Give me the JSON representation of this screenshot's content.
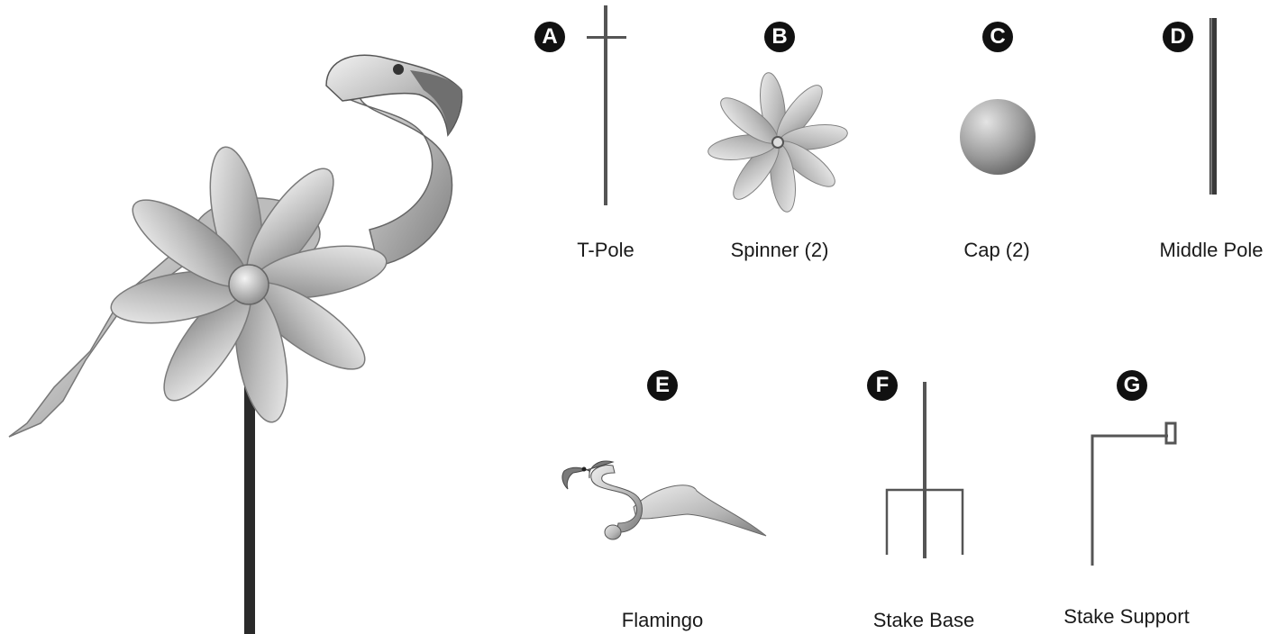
{
  "parts": [
    {
      "letter": "A",
      "name": "T-Pole"
    },
    {
      "letter": "B",
      "name": "Spinner (2)"
    },
    {
      "letter": "C",
      "name": "Cap (2)"
    },
    {
      "letter": "D",
      "name": "Middle Pole"
    },
    {
      "letter": "E",
      "name": "Flamingo"
    },
    {
      "letter": "F",
      "name": "Stake Base"
    },
    {
      "letter": "G",
      "name": "Stake Support"
    }
  ],
  "colors": {
    "metal_light": "#d8d8d8",
    "metal_mid": "#a9a9a9",
    "metal_dark": "#555555",
    "badge": "#111111"
  }
}
